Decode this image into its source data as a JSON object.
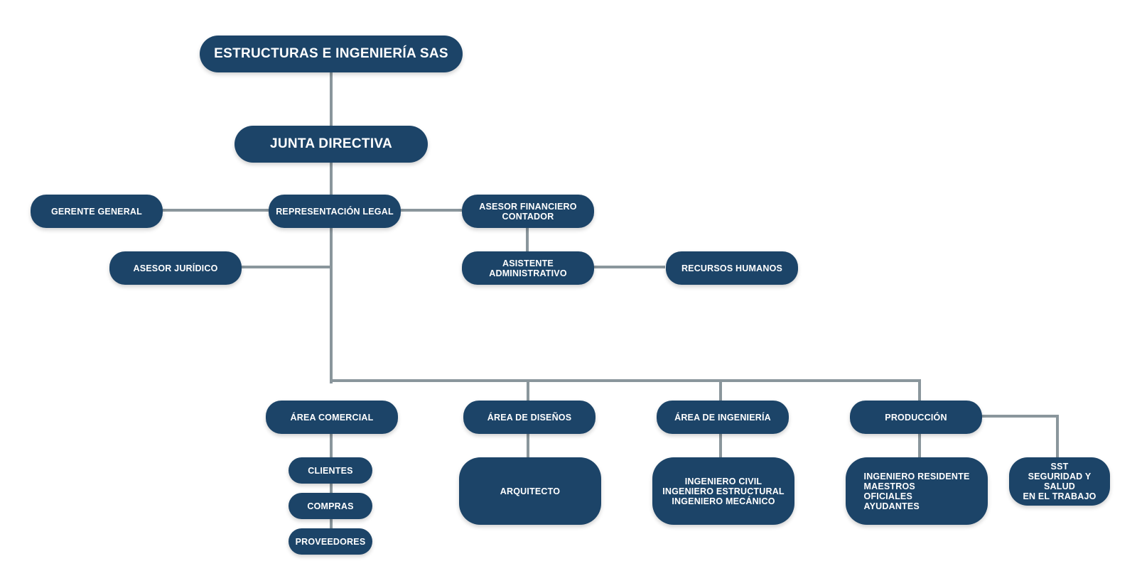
{
  "company": "ESTRUCTURAS E INGENIERÍA SAS",
  "colors": {
    "node_fill": "#1c4468",
    "node_text": "#ffffff",
    "connector": "#8a969c",
    "background": "#ffffff"
  },
  "nodes": {
    "junta": "JUNTA DIRECTIVA",
    "gerente": "GERENTE GENERAL",
    "representacion": "REPRESENTACIÓN LEGAL",
    "asesor_financiero": [
      "ASESOR FINANCIERO",
      "CONTADOR"
    ],
    "asesor_juridico": "ASESOR JURÍDICO",
    "asistente": [
      "ASISTENTE",
      "ADMINISTRATIVO"
    ],
    "recursos_humanos": "RECURSOS HUMANOS",
    "area_comercial": "ÁREA COMERCIAL",
    "area_disenos": "ÁREA DE DISEÑOS",
    "area_ingenieria": "ÁREA DE INGENIERÍA",
    "produccion": "PRODUCCIÓN",
    "clientes": "CLIENTES",
    "compras": "COMPRAS",
    "proveedores": "PROVEEDORES",
    "arquitecto": "ARQUITECTO",
    "ingenieros": [
      "INGENIERO CIVIL",
      "INGENIERO ESTRUCTURAL",
      "INGENIERO MECÁNICO"
    ],
    "produccion_staff": [
      "INGENIERO RESIDENTE",
      "MAESTROS",
      "OFICIALES",
      "AYUDANTES"
    ],
    "sst": [
      "SST",
      "SEGURIDAD Y SALUD",
      "EN EL TRABAJO"
    ]
  }
}
